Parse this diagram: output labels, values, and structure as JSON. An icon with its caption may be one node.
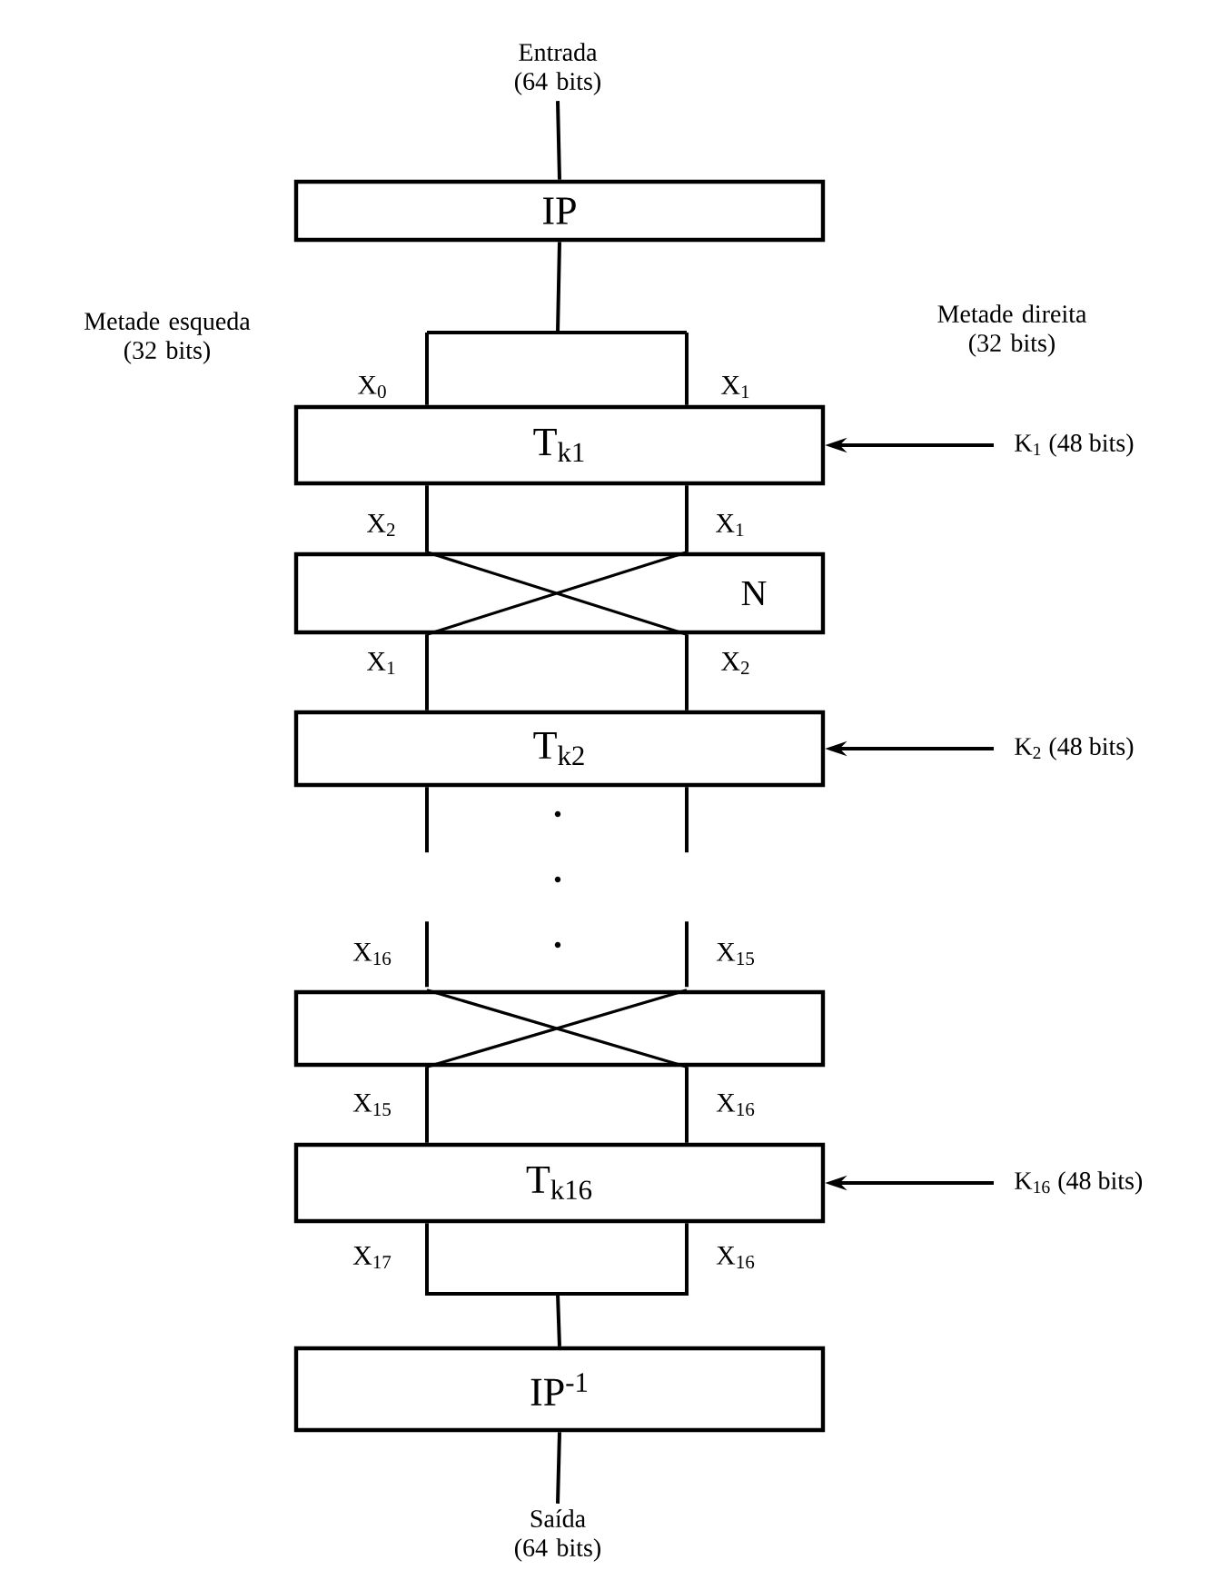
{
  "diagram": {
    "nodes": [
      {
        "text": [
          "Entrada (64 bits)"
        ]
      },
      {
        "text": [
          "IP"
        ]
      },
      {
        "text": [
          "T$_{k1}$"
        ]
      },
      {
        "text": [
          "N"
        ]
      },
      {
        "text": [
          "T$_{k2}$"
        ]
      },
      {
        "text": [],
        "shape": "box"
      },
      {
        "text": [
          "T$_{k16}$"
        ]
      },
      {
        "text": [
          "IP$^{-1}$"
        ]
      },
      {
        "text": [
          "Saída (64 bits)"
        ]
      },
      {
        "text": [
          "K$_{1}$ (48 bits)"
        ]
      },
      {
        "text": [
          "K$_{2}$ (48 bits)"
        ]
      },
      {
        "text": [
          "K$_{16}$ (48 bits)"
        ]
      }
    ],
    "edges": [
      {
        "from": 0,
        "to": 1,
        "arrow": "none"
      },
      {
        "from": 1,
        "to": 2,
        "arrow": "none"
      },
      {
        "from": 2,
        "to": 3,
        "arrow": "none"
      },
      {
        "from": 2,
        "to": 3,
        "arrow": "none"
      },
      {
        "from": 3,
        "to": 4,
        "arrow": "none"
      },
      {
        "from": 3,
        "to": 4,
        "arrow": "none"
      },
      {
        "from": 4,
        "to": 5,
        "arrow": "none",
        "style": "dashed"
      },
      {
        "from": 4,
        "to": 5,
        "arrow": "none",
        "style": "dashed"
      },
      {
        "from": 5,
        "to": 6,
        "arrow": "none"
      },
      {
        "from": 5,
        "to": 6,
        "arrow": "none"
      },
      {
        "from": 6,
        "to": 7,
        "arrow": "none"
      },
      {
        "from": 7,
        "to": 8,
        "arrow": "none"
      },
      {
        "from": 9,
        "to": 2,
        "arrow": "to"
      },
      {
        "from": 10,
        "to": 4,
        "arrow": "to"
      },
      {
        "from": 11,
        "to": 6,
        "arrow": "to"
      }
    ],
    "labels": [
      "Metade esqueda (32 bits)",
      "Metade direita (32 bits)",
      "X$_{0}$",
      "X$_{1}$",
      "X$_{2}$",
      "X$_{1}$",
      "X$_{1}$",
      "X$_{2}$",
      "X$_{16}$",
      "X$_{15}$",
      "X$_{15}$",
      "X$_{16}$",
      "X$_{17}$",
      "X$_{16}$"
    ]
  }
}
